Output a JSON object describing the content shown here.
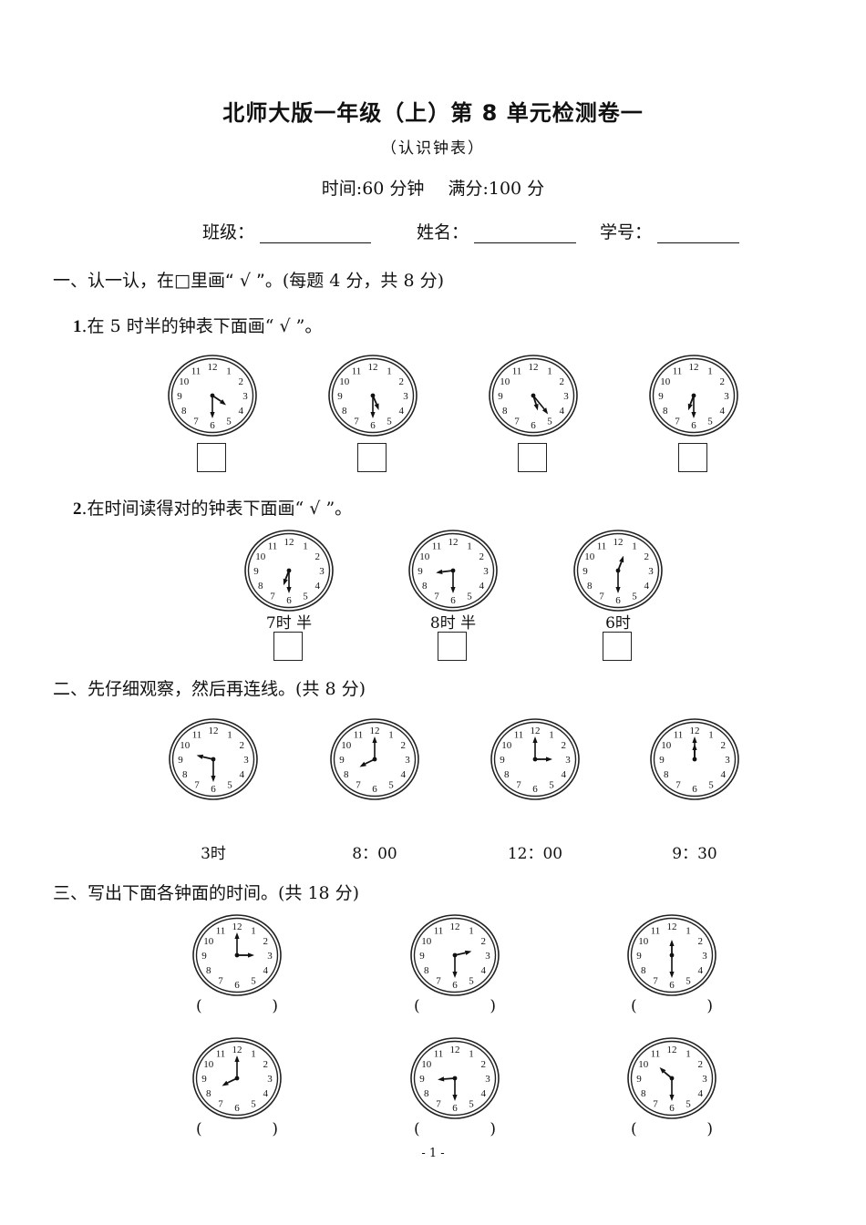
{
  "header": {
    "title": "北师大版一年级（上）第 8 单元检测卷一",
    "subtitle": "（认识钟表）",
    "time_label": "时间:60 分钟",
    "score_label": "满分:100 分",
    "fields": [
      {
        "label": "班级：",
        "value": ""
      },
      {
        "label": "姓名：",
        "value": ""
      },
      {
        "label": "学号：",
        "value": ""
      }
    ]
  },
  "section1": {
    "title": "一、认一认，在□里画“ √ ”。",
    "points": "(每题 4 分，共 8 分)",
    "q1": {
      "number": "1",
      "text": ".在 5 时半的钟表下面画“ √ ”。",
      "clocks": [
        {
          "hour_deg": 128,
          "minute_deg": 180
        },
        {
          "hour_deg": 160,
          "minute_deg": 180
        },
        {
          "hour_deg": 165,
          "minute_deg": 145
        },
        {
          "hour_deg": 198,
          "minute_deg": 180
        }
      ]
    },
    "q2": {
      "number": "2",
      "text": ".在时间读得对的钟表下面画“ √ ”。",
      "clocks": [
        {
          "hour_deg": 198,
          "minute_deg": 180,
          "label": "7时 半"
        },
        {
          "hour_deg": 262,
          "minute_deg": 180,
          "label": "8时 半"
        },
        {
          "hour_deg": 18,
          "minute_deg": 180,
          "label": "6时"
        }
      ]
    }
  },
  "section2": {
    "title": "二、先仔细观察，然后再连线。",
    "points": "(共 8 分)",
    "clocks": [
      {
        "hour_deg": 285,
        "minute_deg": 180
      },
      {
        "hour_deg": 240,
        "minute_deg": 0
      },
      {
        "hour_deg": 90,
        "minute_deg": 0
      },
      {
        "hour_deg": 0,
        "minute_deg": 0
      }
    ],
    "labels": [
      "3时",
      "8：00",
      "12：00",
      "9：30"
    ]
  },
  "section3": {
    "title": "三、写出下面各钟面的时间。",
    "points": "(共 18 分)",
    "clocks": [
      {
        "hour_deg": 90,
        "minute_deg": 0,
        "answer": ""
      },
      {
        "hour_deg": 75,
        "minute_deg": 180,
        "answer": ""
      },
      {
        "hour_deg": 0,
        "minute_deg": 180,
        "answer": ""
      },
      {
        "hour_deg": 240,
        "minute_deg": 0,
        "answer": ""
      },
      {
        "hour_deg": 265,
        "minute_deg": 180,
        "answer": ""
      },
      {
        "hour_deg": 315,
        "minute_deg": 180,
        "answer": ""
      }
    ],
    "paren_open": "(",
    "paren_close": ")"
  },
  "footer": {
    "page": "- 1 -"
  }
}
